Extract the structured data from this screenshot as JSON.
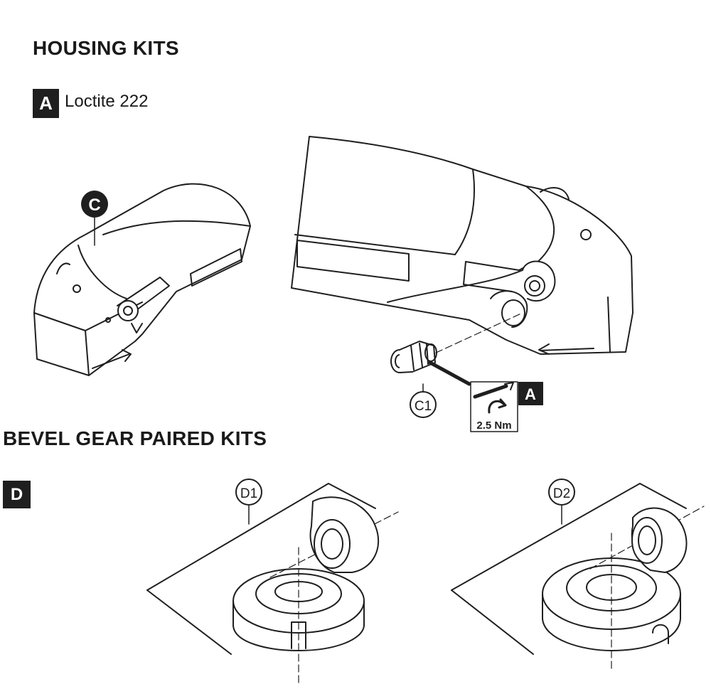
{
  "sections": {
    "housing": {
      "title": "HOUSING KITS"
    },
    "bevel": {
      "title": "BEVEL GEAR PAIRED KITS"
    }
  },
  "legend": {
    "badge": "A",
    "text": "Loctite 222"
  },
  "callouts": {
    "c": "C",
    "c1": "C1",
    "d": "D",
    "d1": "D1",
    "d2": "D2"
  },
  "torque": {
    "badge": "A",
    "value": "2.5 Nm"
  },
  "icons": [
    "wrench-icon",
    "rotate-arrow-icon"
  ],
  "colors": {
    "ink": "#1f1f1f",
    "paper": "#ffffff",
    "shade": "#d9d9d9"
  }
}
